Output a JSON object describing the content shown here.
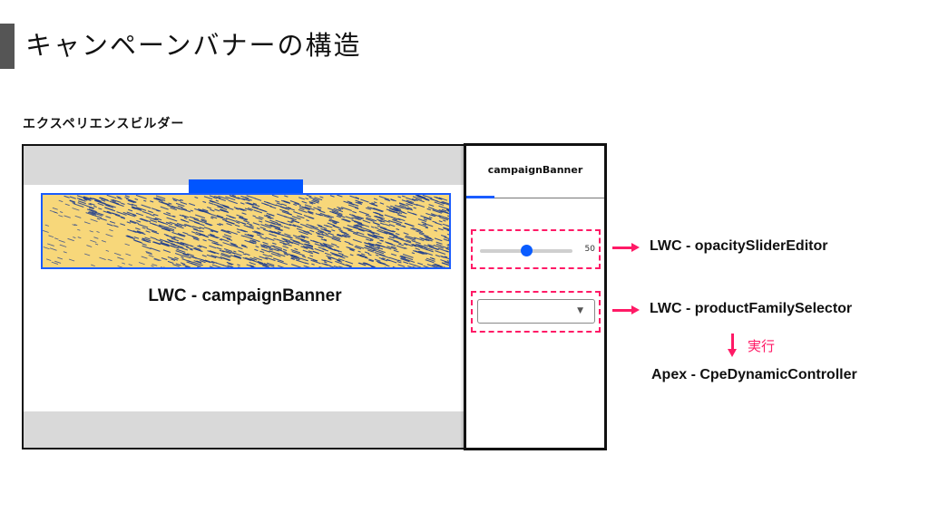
{
  "page": {
    "title": "キャンペーンバナーの構造",
    "section_label": "エクスペリエンスビルダー"
  },
  "builder": {
    "component_label": "LWC - campaignBanner",
    "banner_image": "campaign-banner-image"
  },
  "property_panel": {
    "title": "campaignBanner",
    "slider": {
      "value": 50,
      "value_label": "50",
      "min": 0,
      "max": 100
    },
    "select": {
      "selected": "",
      "caret_icon": "caret-down-icon"
    }
  },
  "annotations": {
    "slider_component": "LWC - opacitySliderEditor",
    "selector_component": "LWC - productFamilySelector",
    "exec_label": "実行",
    "apex_controller": "Apex - CpeDynamicController"
  },
  "colors": {
    "accent_blue": "#0055ff",
    "highlight_pink": "#ff1a66",
    "band_gray": "#d9d9d9",
    "banner_yellow": "#f7d77a",
    "banner_navy": "#1a3a8f"
  }
}
